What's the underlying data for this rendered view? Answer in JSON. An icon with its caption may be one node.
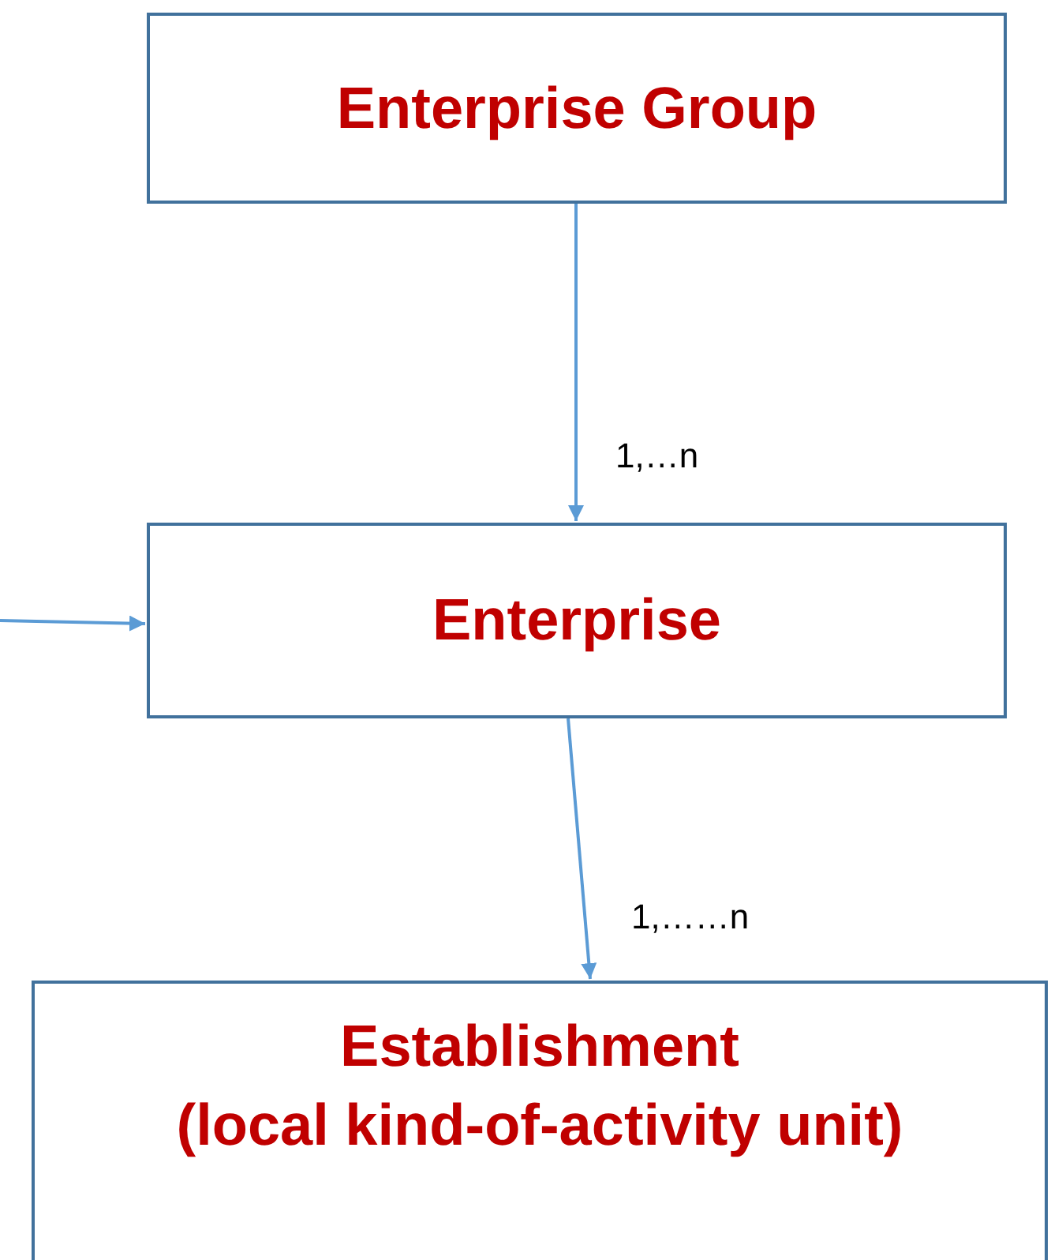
{
  "diagram": {
    "nodes": [
      {
        "text": [
          "Enterprise Group"
        ]
      },
      {
        "text": [
          "Enterprise"
        ]
      },
      {
        "text": [
          "Establishment",
          "(local kind-of-activity unit)"
        ]
      }
    ],
    "edges": [
      {
        "from": 0,
        "to": 1,
        "arrow": "to",
        "label": "1,…n"
      },
      {
        "from": 1,
        "to": 2,
        "arrow": "to",
        "label": "1,……n"
      },
      {
        "from": null,
        "to": 1,
        "arrow": "to"
      }
    ]
  }
}
